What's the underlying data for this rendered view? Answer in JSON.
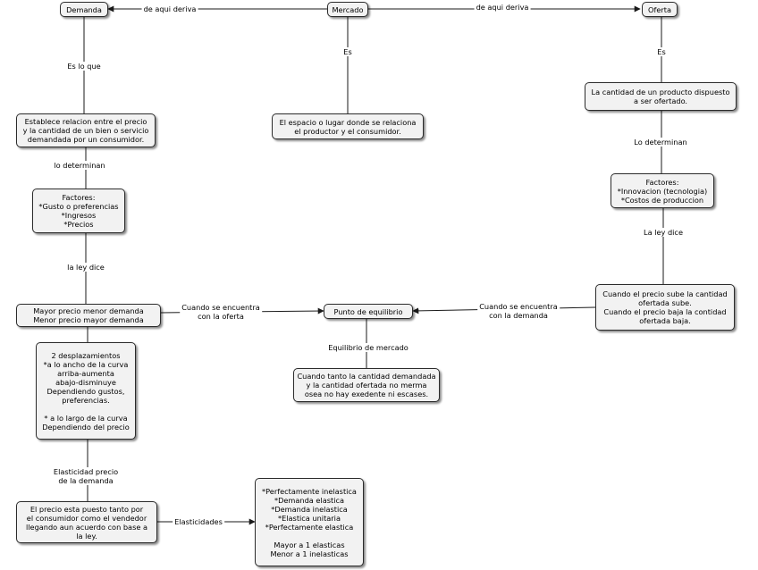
{
  "nodes": {
    "demanda": "Demanda",
    "mercado": "Mercado",
    "oferta": "Oferta",
    "demanda_def": "Establece relacion entre el precio\ny la cantidad de un bien o servicio\ndemandada por un consumidor.",
    "mercado_def": "El espacio o lugar donde se relaciona\nel productor y el consumidor.",
    "oferta_def": "La cantidad de un producto dispuesto\na ser ofertado.",
    "factores_demanda": "Factores:\n*Gusto o preferencias\n*Ingresos\n*Precios",
    "factores_oferta": "Factores:\n*Innovacion (tecnologia)\n*Costos de produccion",
    "ley_demanda": "Mayor precio menor demanda\nMenor precio mayor demanda",
    "punto_equilibrio": "Punto de equilibrio",
    "ley_oferta": "Cuando el precio sube la cantidad\nofertada sube.\nCuando el precio baja la contidad\nofertada baja.",
    "desplazamientos": "2 desplazamientos\n*a lo ancho de la curva\narriba-aumenta\nabajo-disminuye\nDependiendo gustos,\npreferencias.\n\n* a lo largo de la curva\nDependiendo del precio",
    "equilibrio_def": "Cuando tanto la cantidad demandada\ny la cantidad ofertada no merma\nosea no hay exedente ni escases.",
    "elasticidad_def": "El precio esta puesto tanto por\nel consumidor como el vendedor\nllegando aun acuerdo con base a\nla ley.",
    "elasticidades_list": "*Perfectamente inelastica\n*Demanda elastica\n*Demanda inelastica\n*Elastica unitaria\n*Perfectamente elastica\n\nMayor a 1 elasticas\nMenor a 1 inelasticas"
  },
  "labels": {
    "deriva_demanda": "de aqui deriva",
    "deriva_oferta": "de aqui deriva",
    "es_mercado": "Es",
    "es_oferta": "Es",
    "es_lo_que": "Es lo que",
    "lo_determinan_d": "lo determinan",
    "lo_determinan_o": "Lo determinan",
    "ley_dice_d": "la ley dice",
    "ley_dice_o": "La ley dice",
    "encuentra_oferta": "Cuando se encuentra\ncon la oferta",
    "encuentra_demanda": "Cuando se encuentra\ncon la demanda",
    "equilibrio_mercado": "Equilibrio de mercado",
    "elasticidad_precio": "Elasticidad precio\nde la demanda",
    "elasticidades": "Elasticidades"
  },
  "colors": {
    "node_fill": "#f2f2f2",
    "node_border": "#2b2b2b",
    "line": "#1a1a1a"
  }
}
